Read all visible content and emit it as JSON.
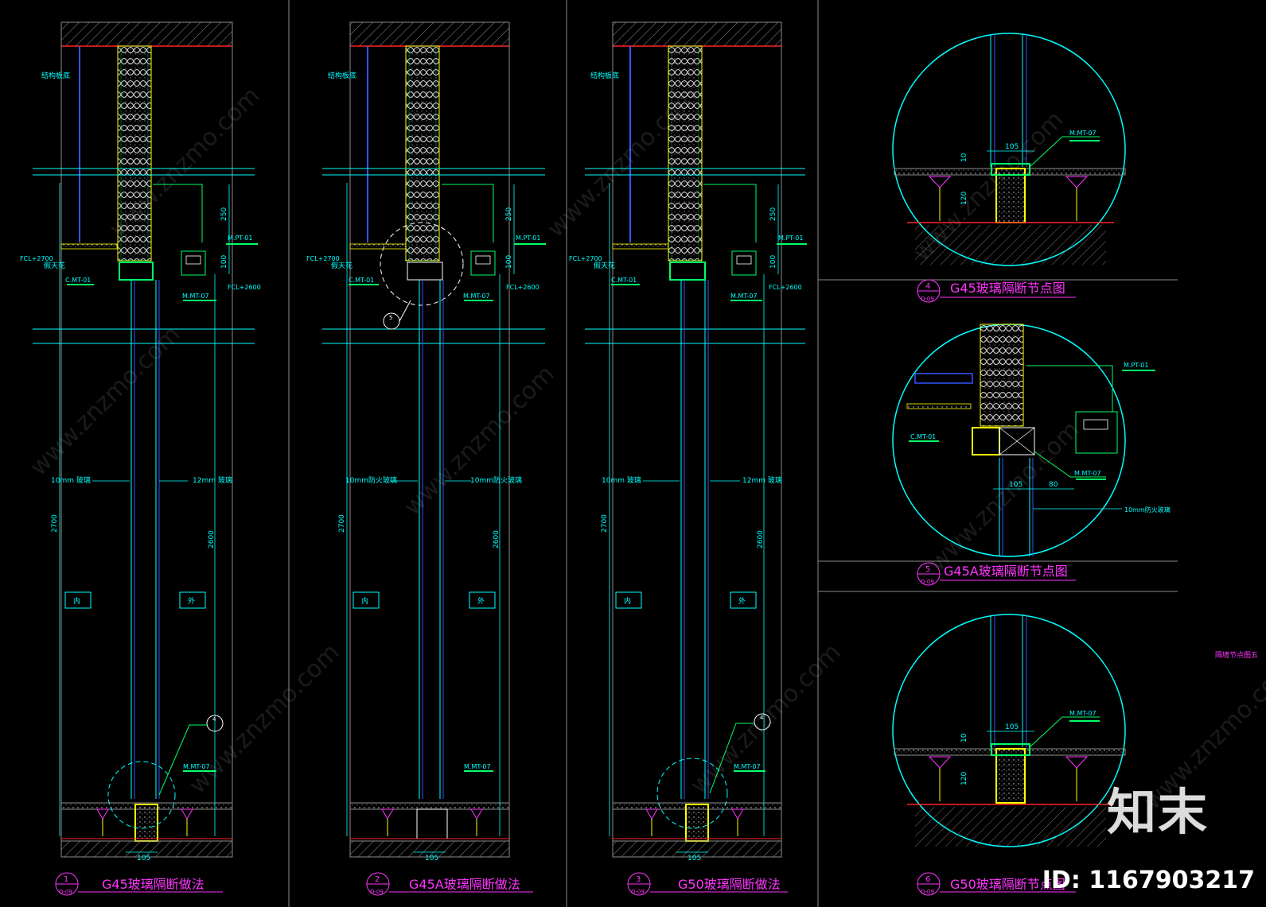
{
  "panels": [
    {
      "number": "1",
      "sheet": "D-09",
      "title": "G45玻璃隔断做法",
      "left_glass": "10mm 玻璃",
      "right_glass": "12mm 玻璃",
      "inner": "内",
      "outer": "外"
    },
    {
      "number": "2",
      "sheet": "D-09",
      "title": "G45A玻璃隔断做法",
      "left_glass": "10mm防火玻璃",
      "right_glass": "10mm防火玻璃",
      "inner": "内",
      "outer": "外"
    },
    {
      "number": "3",
      "sheet": "D-09",
      "title": "G50玻璃隔断做法",
      "left_glass": "10mm 玻璃",
      "right_glass": "12mm 玻璃",
      "inner": "内",
      "outer": "外"
    }
  ],
  "common_labels": {
    "structural_slab": "结构板底",
    "fcl_2700": "FCL+2700",
    "fcl_2600": "FCL+2600",
    "false_ceiling": "假天花",
    "cmt01": "C.MT-01",
    "mmt07": "M.MT-07",
    "mpt01": "M.PT-01",
    "dim_2700": "2700",
    "dim_2600": "2600",
    "dim_105": "105",
    "dim_250": "250",
    "dim_100": "100",
    "callout_4": "4",
    "callout_5": "5"
  },
  "details": [
    {
      "number": "4",
      "sheet": "D-09",
      "title": "G45玻璃隔断节点图",
      "tag": "M.MT-07",
      "dim_w": "105",
      "dim_a": "10",
      "dim_b": "120"
    },
    {
      "number": "5",
      "sheet": "D-09",
      "title": "G45A玻璃隔断节点图",
      "tag_top": "M.PT-01",
      "tag_left": "C.MT-01",
      "tag_mid": "M.MT-07",
      "dim_w": "105",
      "dim_80": "80",
      "glass": "10mm防火玻璃"
    },
    {
      "number": "6",
      "sheet": "D-09",
      "title": "G50玻璃隔断节点图",
      "tag": "M.MT-07",
      "dim_w": "105",
      "dim_a": "10",
      "dim_b": "120"
    }
  ],
  "side_note": "隔墙节点图五",
  "watermark": "www.znzmo.com",
  "brand": "知末",
  "id_label": "ID: 1167903217",
  "colors": {
    "cyan": "#00ffff",
    "green": "#00ff66",
    "blue": "#3355ff",
    "yellow": "#ffff00",
    "magenta": "#ff33ff",
    "red": "#ff2222",
    "grey": "#8c8c8c",
    "white": "#ffffff"
  }
}
